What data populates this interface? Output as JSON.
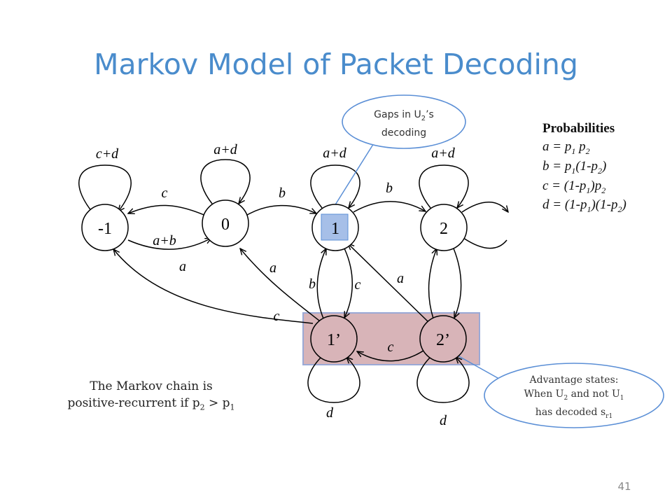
{
  "title": "Markov Model of Packet Decoding",
  "states": {
    "s_m1": "-1",
    "s_0": "0",
    "s_1": "1",
    "s_2": "2",
    "s_1p": "1’",
    "s_2p": "2’"
  },
  "edge_labels": {
    "loop_m1": "c+d",
    "loop_0": "a+d",
    "loop_1": "a+d",
    "loop_2": "a+d",
    "e_0_m1": "c",
    "e_m1_0": "a+b",
    "e_0_1": "b",
    "e_1_2": "b",
    "e_1p_m1_a": "a",
    "e_1p_m1_c": "c",
    "e_1p_0": "a",
    "e_1p_1": "b",
    "e_1_1p": "c",
    "e_2p_1": "a",
    "e_2p_1p": "c",
    "loop_1p": "d",
    "loop_2p": "d"
  },
  "callout_top": {
    "line1_pre": "Gaps in U",
    "line1_sub": "2",
    "line1_post": "’s",
    "line2": "decoding"
  },
  "callout_bottom": {
    "line1": "Advantage states:",
    "line2_a": "When U",
    "line2_sub1": "2",
    "line2_b": " and not U",
    "line2_sub2": "1",
    "line3_a": "has decoded s",
    "line3_sub": "r1"
  },
  "probabilities": {
    "heading": "Probabilities",
    "a_lhs": "a = p",
    "a_s1": "1",
    "a_mid": " p",
    "a_s2": "2",
    "b_lhs": "b = p",
    "b_s1": "1",
    "b_mid": "(1-p",
    "b_s2": "2",
    "b_end": ")",
    "c_lhs": "c = (1-p",
    "c_s1": "1",
    "c_mid": ")p",
    "c_s2": "2",
    "d_lhs": "d = (1-p",
    "d_s1": "1",
    "d_mid": ")(1-p",
    "d_s2": "2",
    "d_end": ")"
  },
  "note": {
    "line1": "The Markov chain is",
    "line2_a": "positive-recurrent if p",
    "line2_s1": "2",
    "line2_b": " > p",
    "line2_s2": "1"
  },
  "slide_number": "41",
  "colors": {
    "title": "#4a8ccc",
    "highlight_fill": "#d8b4b8",
    "highlight_stroke": "#9aa9d6",
    "node1_fill": "#a6bfe8",
    "callout_stroke": "#5b8fd6"
  }
}
